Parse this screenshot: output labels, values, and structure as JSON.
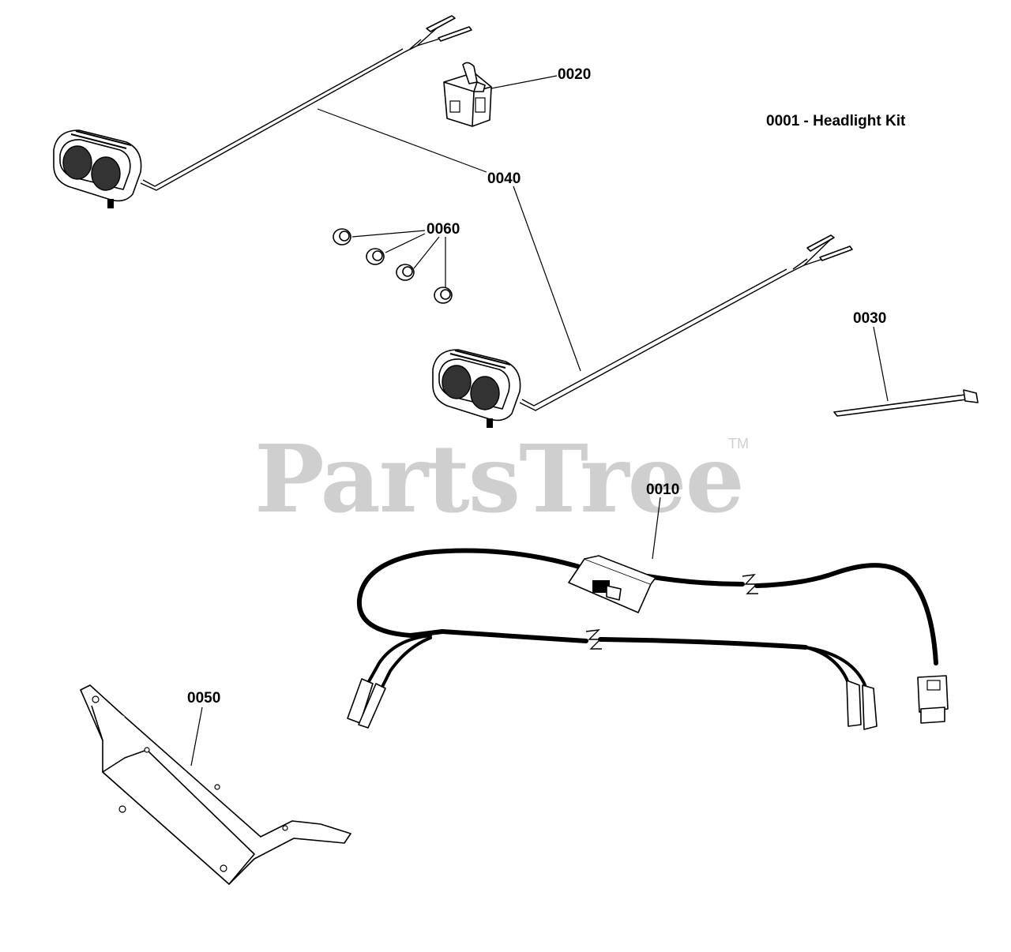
{
  "kit_title": "0001 - Headlight Kit",
  "watermark": {
    "brand": "PartsTree",
    "trademark": "TM"
  },
  "callouts": {
    "p0010": "0010",
    "p0020": "0020",
    "p0030": "0030",
    "p0040": "0040",
    "p0050": "0050",
    "p0060": "0060"
  }
}
